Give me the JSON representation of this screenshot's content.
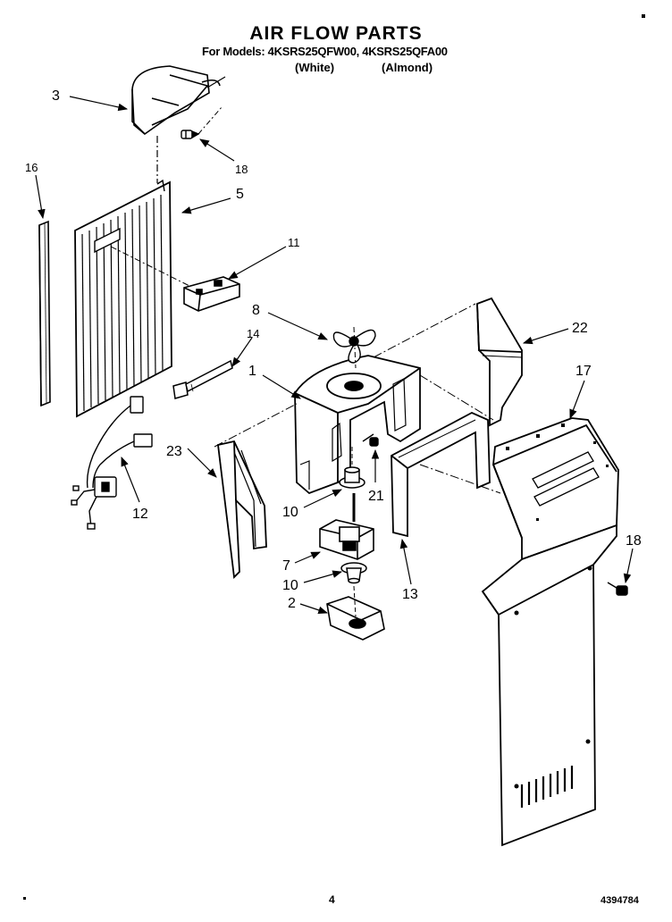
{
  "header": {
    "title": "AIR FLOW PARTS",
    "models": "For Models: 4KSRS25QFW00, 4KSRS25QFA00",
    "variant_white": "(White)",
    "variant_almond": "(Almond)"
  },
  "callouts": {
    "c3": "3",
    "c16": "16",
    "c18a": "18",
    "c5": "5",
    "c11": "11",
    "c8": "8",
    "c14": "14",
    "c1": "1",
    "c22": "22",
    "c17": "17",
    "c23": "23",
    "c21": "21",
    "c12": "12",
    "c10a": "10",
    "c7": "7",
    "c10b": "10",
    "c13": "13",
    "c18b": "18",
    "c2": "2"
  },
  "footer": {
    "page_number": "4",
    "document_number": "4394784"
  }
}
